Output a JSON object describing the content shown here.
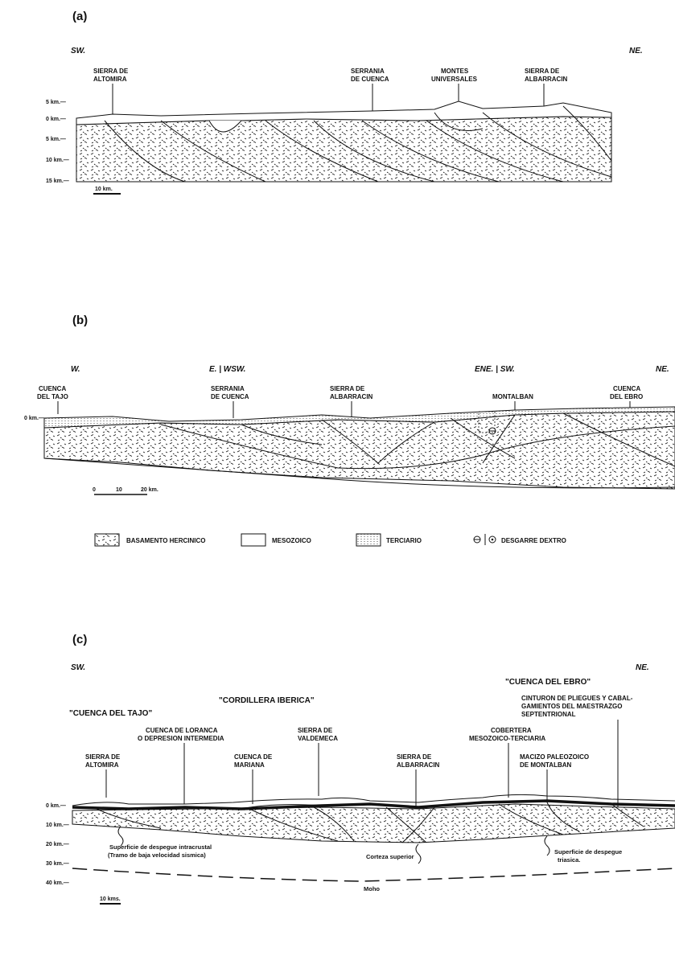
{
  "panel_a": {
    "label": "(a)",
    "dir_left": "SW.",
    "dir_right": "NE.",
    "places": {
      "altomira": [
        "SIERRA DE",
        "ALTOMIRA"
      ],
      "cuenca": [
        "SERRANIA",
        "DE CUENCA"
      ],
      "montes": [
        "MONTES",
        "UNIVERSALES"
      ],
      "albarracin": [
        "SIERRA DE",
        "ALBARRACIN"
      ]
    },
    "depth_labels": [
      "5 km.—",
      "0 km.—",
      "5 km.—",
      "10 km.—",
      "15 km.—"
    ],
    "scale": "10 km."
  },
  "panel_b": {
    "label": "(b)",
    "dir_w": "W.",
    "dir_e_wsw": "E. | WSW.",
    "dir_ene_sw": "ENE. | SW.",
    "dir_ne": "NE.",
    "places": {
      "tajo": [
        "CUENCA",
        "DEL TAJO"
      ],
      "cuenca": [
        "SERRANIA",
        "DE CUENCA"
      ],
      "albarracin": [
        "SIERRA DE",
        "ALBARRACIN"
      ],
      "montalban": [
        "MONTALBAN"
      ],
      "ebro": [
        "CUENCA",
        "DEL EBRO"
      ]
    },
    "depth_label": "0 km.—",
    "scale": [
      "0",
      "10",
      "20 km."
    ]
  },
  "legend": {
    "basamento": "BASAMENTO HERCINICO",
    "mesozoico": "MESOZOICO",
    "terciario": "TERCIARIO",
    "desgarre": "DESGARRE DEXTRO"
  },
  "panel_c": {
    "label": "(c)",
    "dir_left": "SW.",
    "dir_right": "NE.",
    "cordillera": "\"CORDILLERA IBERICA\"",
    "tajo": "\"CUENCA DEL TAJO\"",
    "ebro": "\"CUENCA DEL EBRO\"",
    "cinturon": [
      "CINTURON DE PLIEGUES Y CABAL-",
      "GAMIENTOS DEL MAESTRAZGO",
      "SEPTENTRIONAL"
    ],
    "loranca": [
      "CUENCA DE LORANCA",
      "O DEPRESION INTERMEDIA"
    ],
    "valdemeca": [
      "SIERRA DE",
      "VALDEMECA"
    ],
    "cobertera": [
      "COBERTERA",
      "MESOZOICO-TERCIARIA"
    ],
    "altomira": [
      "SIERRA DE",
      "ALTOMIRA"
    ],
    "mariana": [
      "CUENCA DE",
      "MARIANA"
    ],
    "albarracin": [
      "SIERRA DE",
      "ALBARRACIN"
    ],
    "macizo": [
      "MACIZO PALEOZOICO",
      "DE MONTALBAN"
    ],
    "depth_labels": [
      "0 km.—",
      "10 km.—",
      "20 km.—",
      "30 km.—",
      "40 km.—"
    ],
    "despegue_intra": [
      "Superficie de despegue intracrustal",
      "(Tramo de baja velocidad sismica)"
    ],
    "corteza": "Corteza superior",
    "despegue_trias": [
      "Superficie de despegue",
      "triasica."
    ],
    "moho": "Moho",
    "scale": "10 kms."
  },
  "colors": {
    "ink": "#111111",
    "paper": "#ffffff"
  }
}
